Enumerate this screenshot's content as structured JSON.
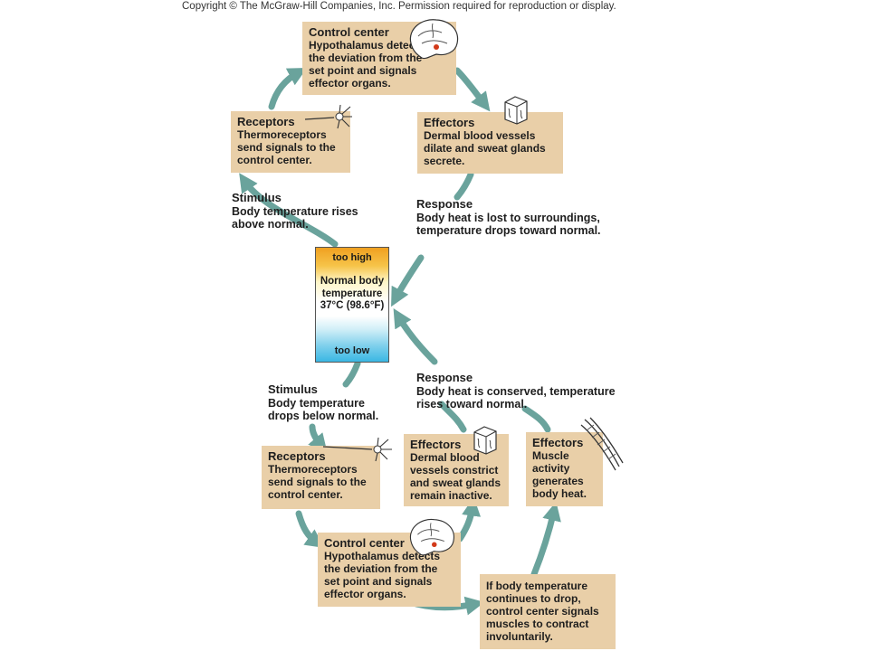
{
  "copyright": "Copyright © The McGraw-Hill Companies, Inc. Permission required for reproduction or display.",
  "colors": {
    "box_fill": "#e9cfa8",
    "arrow": "#6aa39c",
    "thermo_hot": "#f0a020",
    "thermo_cold": "#3ab7e3"
  },
  "upper_loop": {
    "control_center": {
      "title": "Control center",
      "body": "Hypothalamus detects the deviation from the set point and signals effector organs.",
      "icon": "brain-icon"
    },
    "receptors": {
      "title": "Receptors",
      "body": "Thermoreceptors send signals to the control center.",
      "icon": "neuron-icon"
    },
    "effectors": {
      "title": "Effectors",
      "body": "Dermal blood vessels dilate and sweat glands secrete.",
      "icon": "skin-icon"
    },
    "stimulus": {
      "title": "Stimulus",
      "body": "Body temperature rises above normal."
    },
    "response": {
      "title": "Response",
      "body": "Body heat is lost to surroundings, temperature drops toward normal."
    }
  },
  "thermometer": {
    "high_label": "too high",
    "center_label": "Normal body temperature 37°C (98.6°F)",
    "low_label": "too low"
  },
  "lower_loop": {
    "stimulus": {
      "title": "Stimulus",
      "body": "Body temperature drops below normal."
    },
    "response": {
      "title": "Response",
      "body": "Body heat is conserved, temperature rises toward normal."
    },
    "receptors": {
      "title": "Receptors",
      "body": "Thermoreceptors send signals to the control center.",
      "icon": "neuron-icon"
    },
    "control_center": {
      "title": "Control center",
      "body": "Hypothalamus detects the deviation from the set point and signals effector organs.",
      "icon": "brain-icon"
    },
    "effectors_vessels": {
      "title": "Effectors",
      "body": "Dermal blood vessels constrict and sweat glands remain inactive.",
      "icon": "skin-icon"
    },
    "effectors_muscle": {
      "title": "Effectors",
      "body": "Muscle activity generates body heat.",
      "icon": "muscle-icon"
    },
    "shivering_note": {
      "body": "If body temperature continues to drop, control center signals muscles to contract involuntarily."
    }
  }
}
